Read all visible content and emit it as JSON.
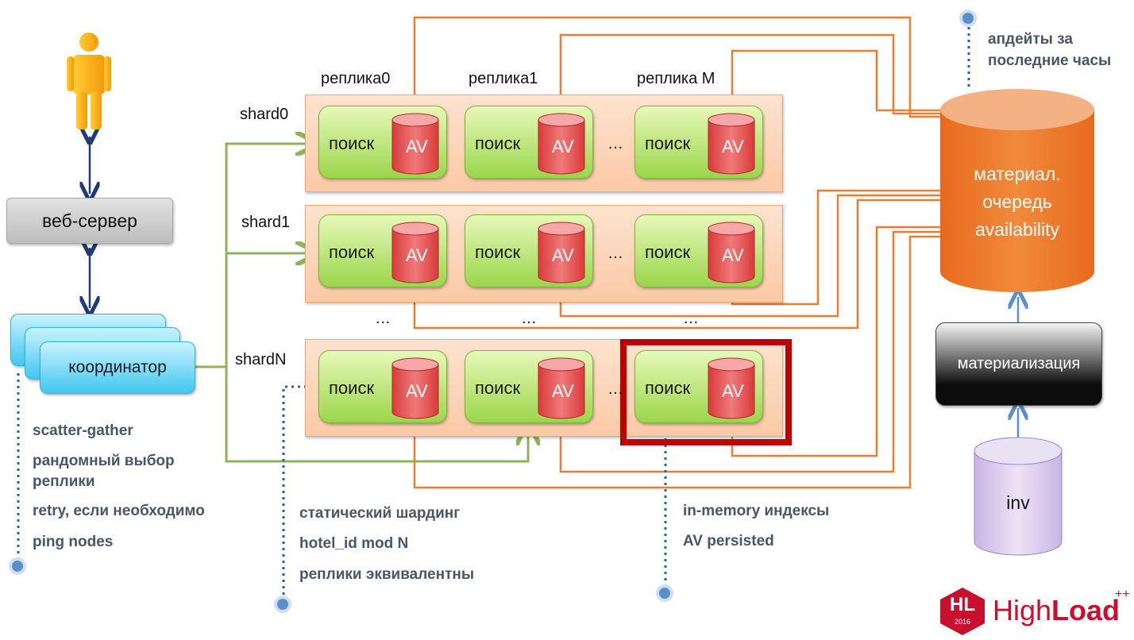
{
  "web_server": "веб-сервер",
  "coordinator": "координатор",
  "replica_headers": [
    "реплика0",
    "реплика1",
    "реплика M"
  ],
  "shards": [
    {
      "name": "shard0"
    },
    {
      "name": "shard1"
    },
    {
      "name": "shardN"
    }
  ],
  "node_label": "поиск",
  "av_label": "AV",
  "ellipsis": "…",
  "between_rows_ellipsis": "…",
  "queue": {
    "line1": "материал.",
    "line2": "очередь",
    "line3": "availability"
  },
  "materialization": "материализация",
  "inv": "inv",
  "notes": {
    "updates": [
      "апдейты за",
      "последние часы"
    ],
    "coordinator": [
      "scatter-gather",
      "рандомный выбор",
      "реплики",
      "retry, если необходимо",
      "ping nodes"
    ],
    "sharding": [
      "статический шардинг",
      "hotel_id mod N",
      "реплики эквивалентны"
    ],
    "memory": [
      "in-memory индексы",
      "AV persisted"
    ]
  },
  "logo": {
    "badge": "HL",
    "year": "2016",
    "text_high": "High",
    "text_load": "Load",
    "plus": "++"
  },
  "colors": {
    "orange": "#ed7d31",
    "green": "#8fb35a",
    "navy": "#1f3a7a",
    "red_frame": "#c00000",
    "dot_blue": "#2c5fa8"
  }
}
